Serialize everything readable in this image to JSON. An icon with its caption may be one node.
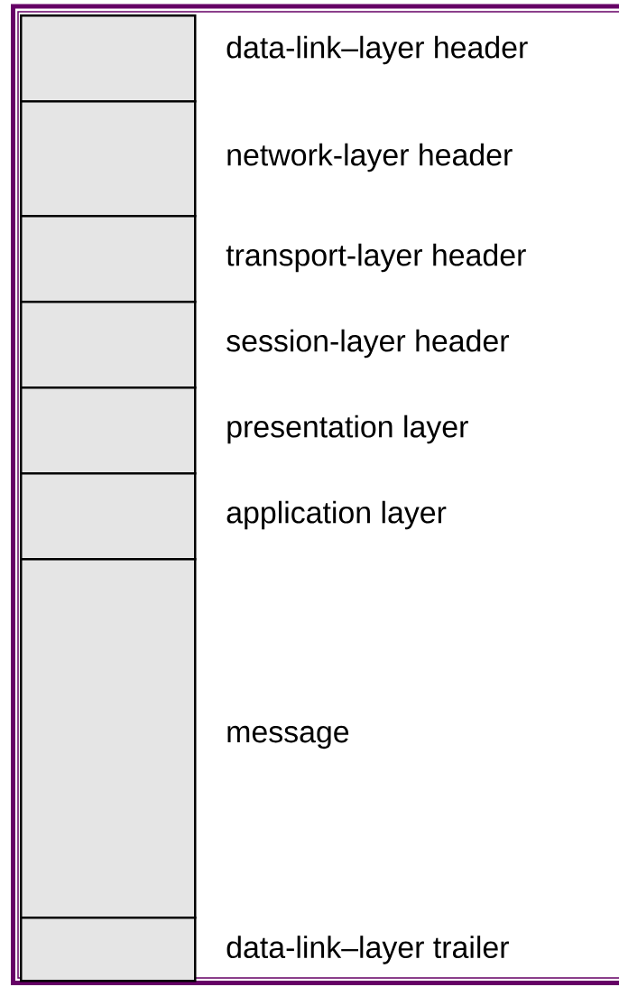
{
  "diagram": {
    "nodes": [
      {
        "text": [],
        "shape": "box",
        "beside": [
          "data-link–layer header"
        ]
      },
      {
        "text": [],
        "shape": "box",
        "beside": [
          "network-layer header"
        ]
      },
      {
        "text": [],
        "shape": "box",
        "beside": [
          "transport-layer header"
        ]
      },
      {
        "text": [],
        "shape": "box",
        "beside": [
          "session-layer header"
        ]
      },
      {
        "text": [],
        "shape": "box",
        "beside": [
          "presentation layer"
        ]
      },
      {
        "text": [],
        "shape": "box",
        "beside": [
          "application layer"
        ]
      },
      {
        "text": [],
        "shape": "box",
        "beside": [
          "message"
        ]
      },
      {
        "text": [],
        "shape": "box",
        "beside": [
          "data-link–layer trailer"
        ]
      }
    ]
  }
}
